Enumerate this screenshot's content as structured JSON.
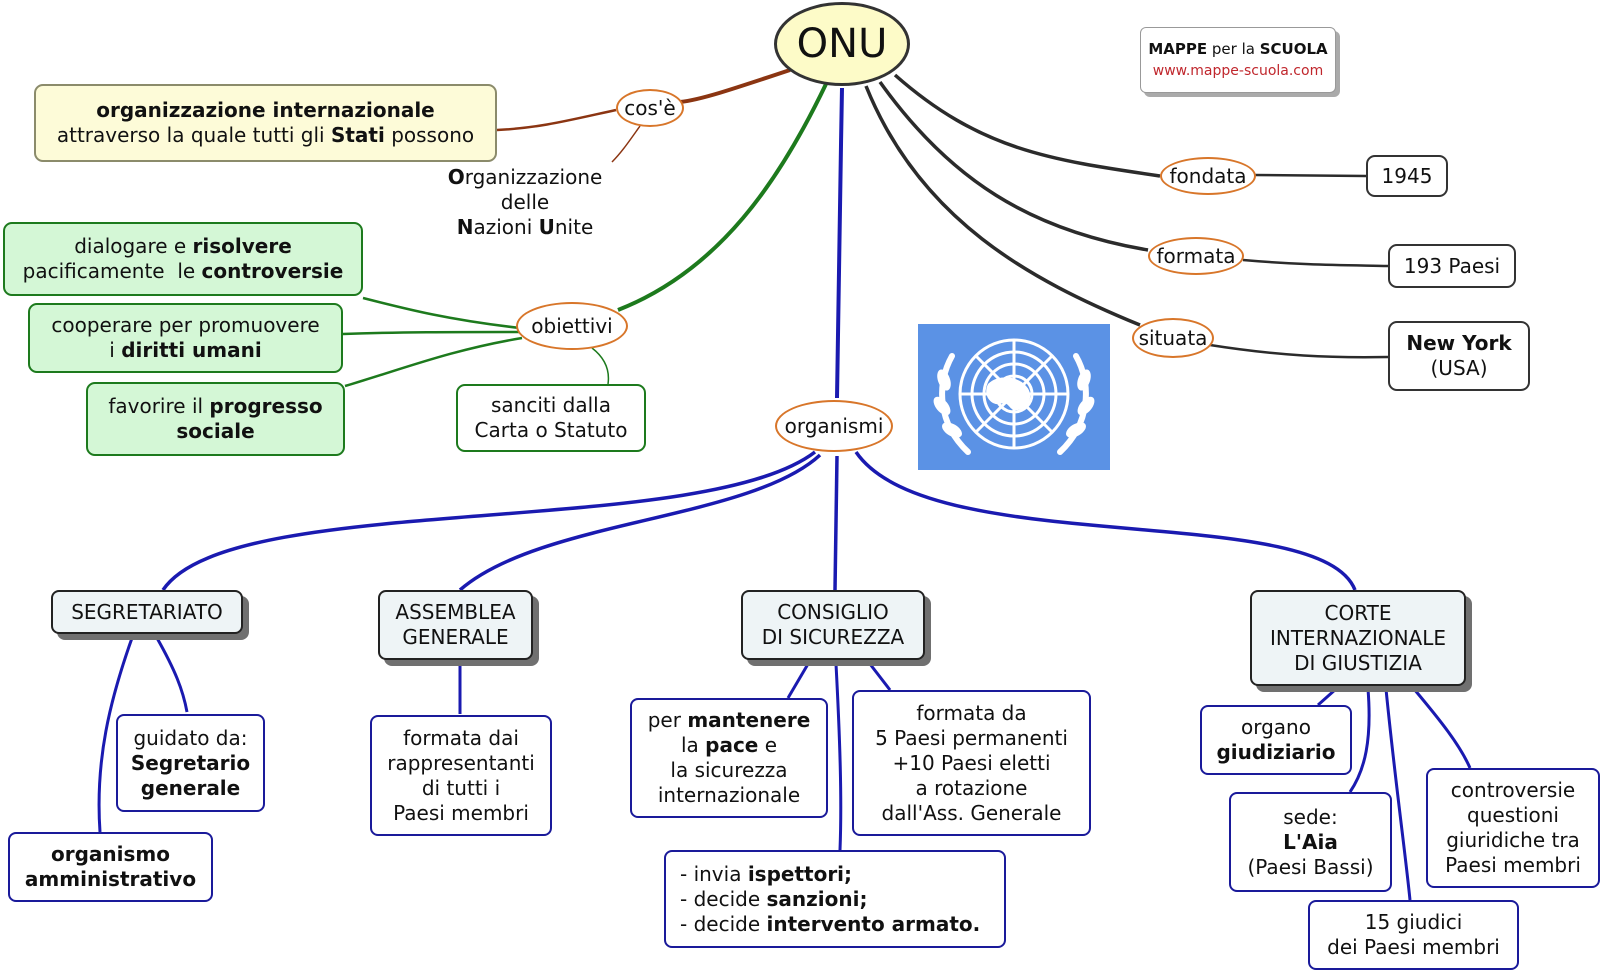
{
  "nodes": {
    "onu": [
      "ONU"
    ],
    "brand": [
      "<b>MAPPE</b> per la <b>SCUOLA</b>",
      "www.mappe-scuola.com"
    ],
    "definition": [
      "<b>organizzazione internazionale</b>",
      "attraverso la quale tutti gli <b>Stati</b> possono"
    ],
    "cose": [
      "cos'è"
    ],
    "acronym": [
      "<b>O</b>rganizzazione",
      "delle",
      "<b>N</b>azioni <b>U</b>nite"
    ],
    "fondata": [
      "fondata"
    ],
    "year": [
      "1945"
    ],
    "formata": [
      "formata"
    ],
    "countries": [
      "193 Paesi"
    ],
    "situata": [
      "situata"
    ],
    "newyork": [
      "<b>New York</b>",
      "(USA)"
    ],
    "obiettivi": [
      "obiettivi"
    ],
    "goal1": [
      "dialogare e <b>risolvere</b>",
      "pacificamente&nbsp; le <b>controversie</b>"
    ],
    "goal2": [
      "cooperare per promuovere",
      "i <b>diritti umani</b>"
    ],
    "goal3": [
      "favorire il <b>progresso</b>",
      "<b>sociale</b>"
    ],
    "charter": [
      "sanciti dalla",
      "Carta o Statuto"
    ],
    "organismi": [
      "organismi"
    ],
    "segretariato": [
      "SEGRETARIATO"
    ],
    "sg_led": [
      "guidato da:",
      "<b>Segretario</b>",
      "<b>generale</b>"
    ],
    "sg_admin": [
      "<b>organismo</b>",
      "<b>amministrativo</b>"
    ],
    "assemblea": [
      "ASSEMBLEA",
      "GENERALE"
    ],
    "ag_formed": [
      "formata dai",
      "rappresentanti",
      "di tutti i",
      "Paesi membri"
    ],
    "consiglio": [
      "CONSIGLIO",
      "DI SICUREZZA"
    ],
    "cs_peace": [
      "per <b>mantenere</b>",
      "la <b>pace</b> e",
      "la sicurezza",
      "internazionale"
    ],
    "cs_formed": [
      "formata da",
      "5 Paesi permanenti",
      "+10 Paesi eletti",
      "a rotazione",
      "dall'Ass. Generale"
    ],
    "cs_actions": [
      "- invia <b>ispettori;</b>",
      "- decide <b>sanzioni;</b>",
      "- decide <b>intervento armato.</b>"
    ],
    "corte": [
      "CORTE",
      "INTERNAZIONALE",
      "DI GIUSTIZIA"
    ],
    "cij_organ": [
      "organo",
      "<b>giudiziario</b>"
    ],
    "cij_seat": [
      "sede:",
      "<b>L'Aia</b>",
      "(Paesi Bassi)"
    ],
    "cij_judges": [
      "15 giudici",
      "dei Paesi membri"
    ],
    "cij_disputes": [
      "controversie",
      "questioni",
      "giuridiche tra",
      "Paesi membri"
    ]
  },
  "colors": {
    "onu_fill": "#fdfbc8",
    "link_brown": "#8b3512",
    "link_green": "#1d7a1d",
    "link_blue": "#1a1ab0",
    "link_black": "#2b2b2b",
    "label_border": "#d8762a",
    "goal_fill": "#d4f7d6",
    "logo_blue": "#5b92e5",
    "brand_red": "#c0272d"
  },
  "icons": {
    "un_logo": "un-emblem-icon"
  }
}
